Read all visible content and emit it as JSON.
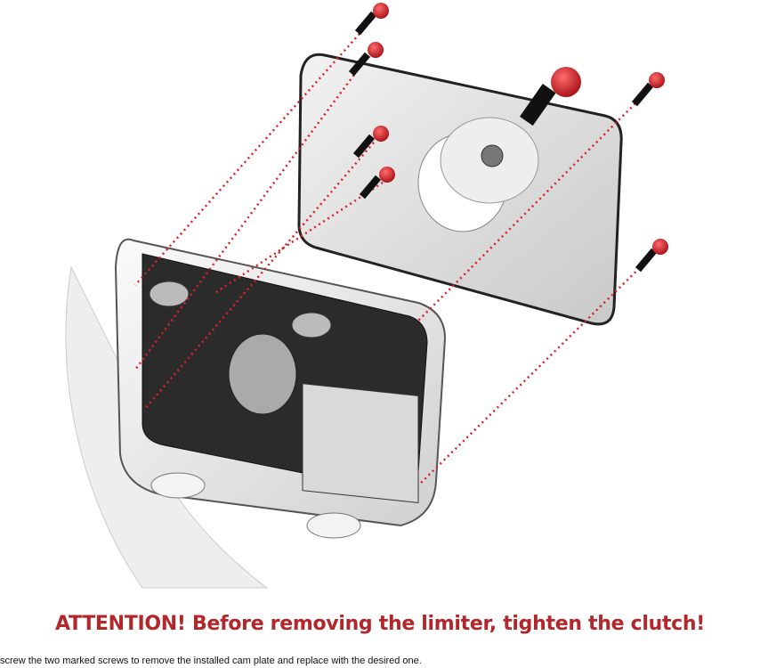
{
  "document": {
    "warning": "ATTENTION! Before removing the limiter, tighten the clutch!",
    "instruction": "screw the two marked screws to remove the installed cam plate and replace with the desired one."
  },
  "colors": {
    "warning": "#b3262a",
    "screw": "#d8222a",
    "guide_line": "#d8222a"
  },
  "illustration": {
    "parts": [
      "housing",
      "cover-plate",
      "cam-wheel",
      "screws",
      "guide-lines",
      "circuit-board"
    ]
  }
}
